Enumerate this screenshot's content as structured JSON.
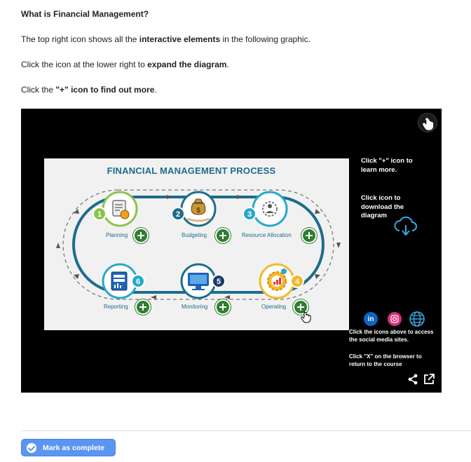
{
  "intro": {
    "title": "What is Financial Management?",
    "line1_a": "The top right icon shows all the ",
    "line1_b": "interactive elements",
    "line1_c": " in the following graphic.",
    "line2_a": "Click the icon at the lower right to ",
    "line2_b": "expand the diagram",
    "line2_c": ".",
    "line3_a": "Click the ",
    "line3_b": "\"+\" icon to find out more",
    "line3_c": "."
  },
  "diagram": {
    "title": "FINANCIAL MANAGEMENT PROCESS",
    "steps": [
      {
        "num": "1",
        "label": "Planning",
        "icon": "clipboard-dollar-icon"
      },
      {
        "num": "2",
        "label": "Budgeting",
        "icon": "money-bag-icon"
      },
      {
        "num": "3",
        "label": "Resource Allocation",
        "icon": "gear-person-icon"
      },
      {
        "num": "4",
        "label": "Operating",
        "icon": "gear-chart-icon"
      },
      {
        "num": "5",
        "label": "Monitoring",
        "icon": "monitor-icon"
      },
      {
        "num": "6",
        "label": "Reporting",
        "icon": "report-icon"
      }
    ]
  },
  "side": {
    "learn_more": "Click \"+\" icon to learn more.",
    "download": "Click icon to download the diagram",
    "social_note": "Click the icons above to access the social media sites.",
    "close_note": "Click \"X\" on the browser to return to the course",
    "social": [
      "linkedin-icon",
      "instagram-icon",
      "globe-icon"
    ]
  },
  "footer": {
    "complete_label": "Mark as complete"
  },
  "colors": {
    "accent": "#1c6d8d",
    "plus": "#2f7d32",
    "button": "#5a95f2"
  }
}
